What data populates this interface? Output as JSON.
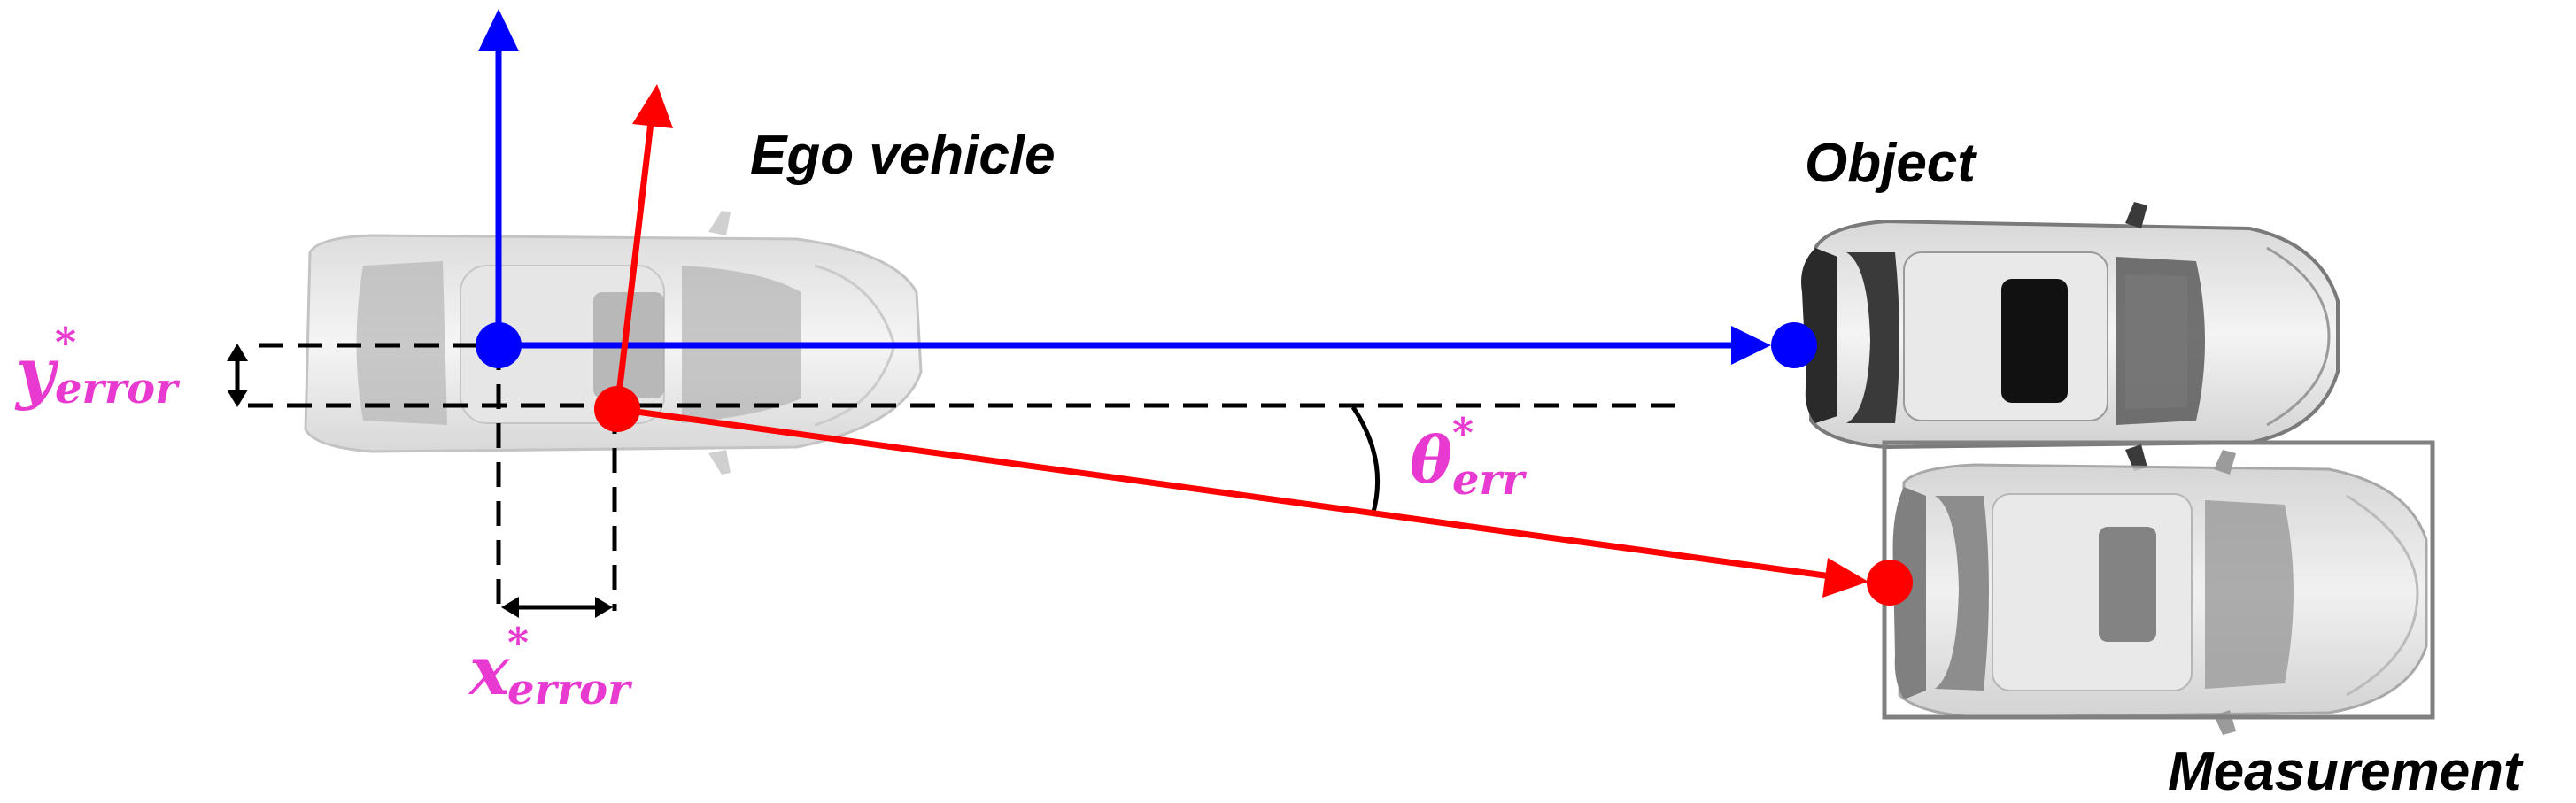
{
  "labels": {
    "ego_vehicle": "Ego vehicle",
    "object": "Object",
    "measurement": "Measurement"
  },
  "error_labels": {
    "y": {
      "base": "y",
      "sup": "*",
      "sub": "error"
    },
    "x": {
      "base": "x",
      "sup": "*",
      "sub": "error"
    },
    "theta": {
      "base": "θ",
      "sup": "*",
      "sub": "err"
    }
  },
  "colors": {
    "ground_truth": "#0000ff",
    "measured": "#ff0000",
    "error_label": "#e83ad0",
    "guide_lines": "#000000",
    "measurement_box": "#808080"
  }
}
